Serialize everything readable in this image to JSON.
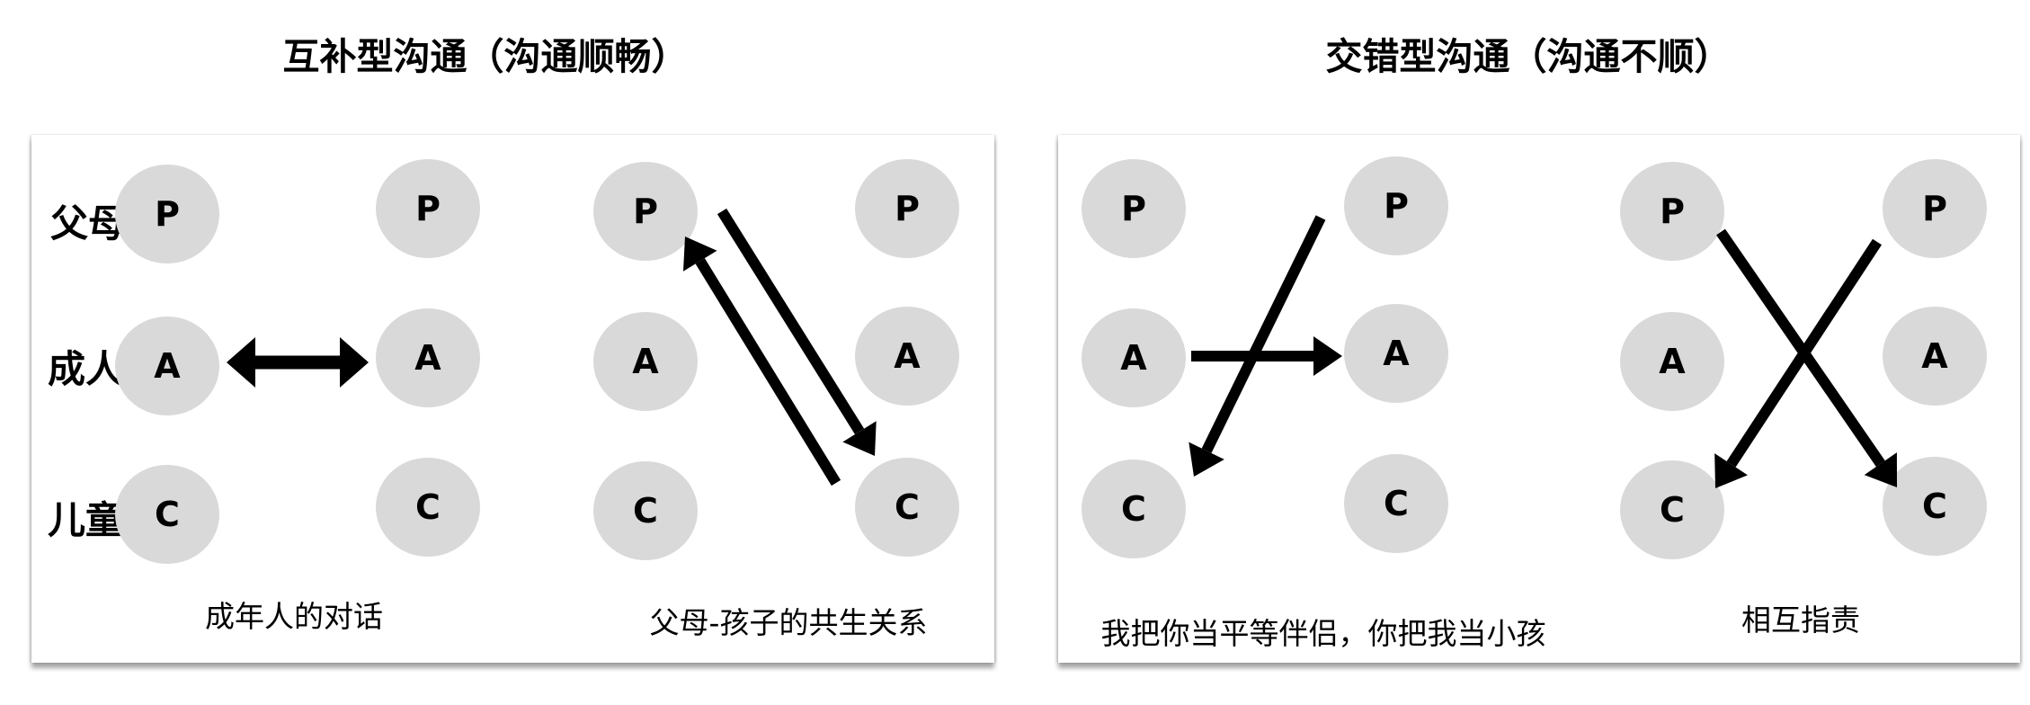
{
  "colors": {
    "node_fill": "#d9d9d9",
    "arrow": "#000000",
    "text": "#000000",
    "background": "#ffffff"
  },
  "left_section": {
    "title": "互补型沟通（沟通顺畅）",
    "row_labels": [
      "父母",
      "成人",
      "儿童"
    ],
    "diagrams": [
      {
        "caption": "成年人的对话",
        "columns": [
          [
            "P",
            "A",
            "C"
          ],
          [
            "P",
            "A",
            "C"
          ]
        ],
        "arrows": [
          {
            "from": "left-A",
            "to": "right-A",
            "type": "double-headed"
          }
        ]
      },
      {
        "caption": "父母-孩子的共生关系",
        "columns": [
          [
            "P",
            "A",
            "C"
          ],
          [
            "P",
            "A",
            "C"
          ]
        ],
        "arrows": [
          {
            "from": "left-P",
            "to": "right-C",
            "type": "single"
          },
          {
            "from": "right-C",
            "to": "left-P",
            "type": "single"
          }
        ]
      }
    ]
  },
  "right_section": {
    "title": "交错型沟通（沟通不顺）",
    "diagrams": [
      {
        "caption": "我把你当平等伴侣，你把我当小孩",
        "columns": [
          [
            "P",
            "A",
            "C"
          ],
          [
            "P",
            "A",
            "C"
          ]
        ],
        "arrows": [
          {
            "from": "left-A",
            "to": "right-A",
            "type": "single"
          },
          {
            "from": "right-P",
            "to": "left-C",
            "type": "single"
          }
        ]
      },
      {
        "caption": "相互指责",
        "columns": [
          [
            "P",
            "A",
            "C"
          ],
          [
            "P",
            "A",
            "C"
          ]
        ],
        "arrows": [
          {
            "from": "left-P",
            "to": "right-C",
            "type": "single"
          },
          {
            "from": "right-P",
            "to": "left-C",
            "type": "single"
          }
        ]
      }
    ]
  }
}
